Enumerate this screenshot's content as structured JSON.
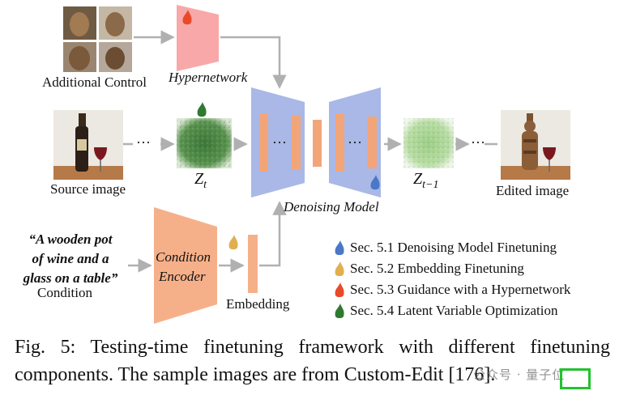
{
  "labels": {
    "additional_control": "Additional Control",
    "hypernetwork": "Hypernetwork",
    "source_image": "Source image",
    "zt_main": "Z",
    "zt_sub": "t",
    "zt1_main": "Z",
    "zt1_sub": "t−1",
    "denoising_model": "Denoising Model",
    "edited_image": "Edited image",
    "condition_encoder_line1": "Condition",
    "condition_encoder_line2": "Encoder",
    "embedding": "Embedding",
    "condition": "Condition",
    "prompt_line1": "“A wooden pot",
    "prompt_line2": "of wine and a",
    "prompt_line3": "glass on a table”",
    "dots": "···"
  },
  "legend": [
    {
      "text": "Sec. 5.1 Denoising Model Finetuning",
      "color": "#4a78c8",
      "icon": "blue-flame-icon"
    },
    {
      "text": "Sec. 5.2 Embedding Finetuning",
      "color": "#e0b050",
      "icon": "yellow-flame-icon"
    },
    {
      "text": "Sec. 5.3 Guidance with a Hypernetwork",
      "color": "#e84a2a",
      "icon": "red-flame-icon"
    },
    {
      "text": "Sec. 5.4 Latent Variable Optimization",
      "color": "#2f7a30",
      "icon": "green-flame-icon"
    }
  ],
  "caption": "Fig. 5: Testing-time finetuning framework with different finetuning components. The sample images are from Custom-Edit [176].",
  "watermark": "公众号 · 量子位"
}
